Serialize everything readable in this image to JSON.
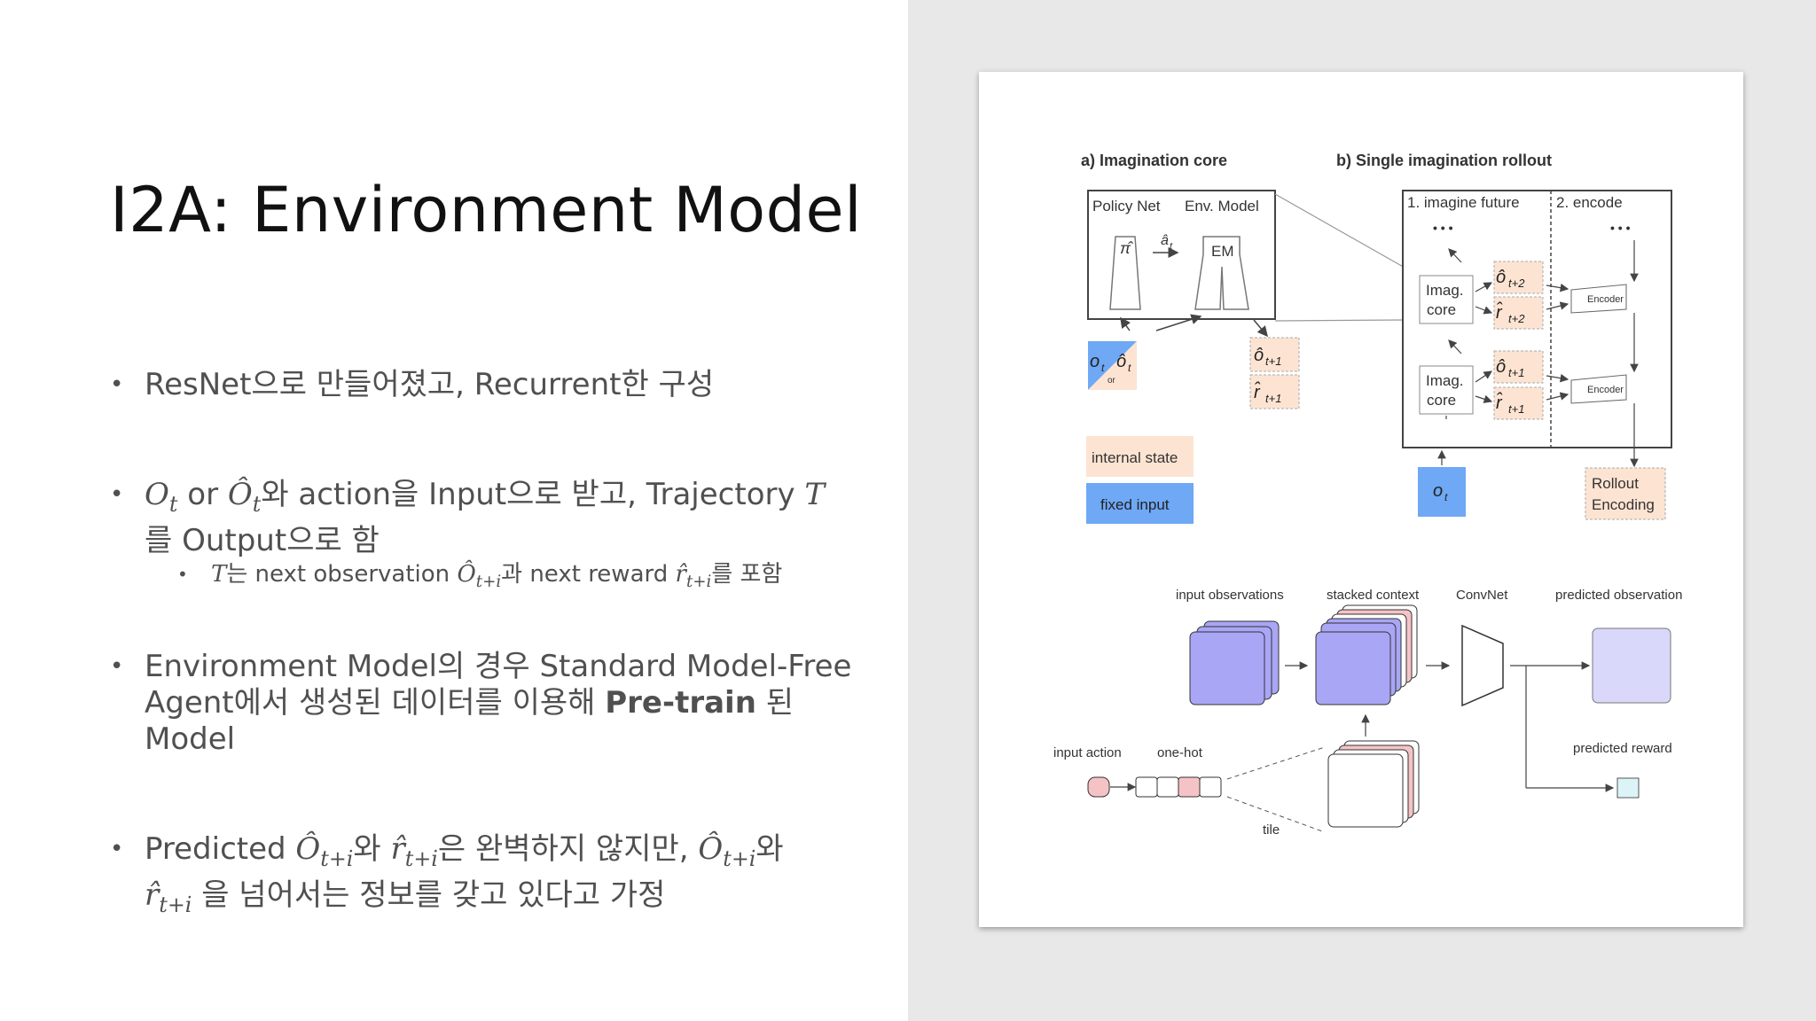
{
  "slide": {
    "title": "I2A: Environment Model"
  },
  "bullets": {
    "b1": "ResNet으로 만들어졌고, Recurrent한 구성",
    "b2_o": "O",
    "b2_t": "t",
    "b2_or": " or ",
    "b2_ohat": "Ô",
    "b2_t2": "t",
    "b2_rest": "와 action을 Input으로 받고, Trajectory ",
    "b2_T": "T",
    "b2_line2": "를 Output으로 함",
    "sub_T": "T",
    "sub_text1": "는 next observation ",
    "sub_o": "Ô",
    "sub_ti": "t+i",
    "sub_text2": "과 next reward ",
    "sub_r": "r̂",
    "sub_ti2": "t+i",
    "sub_text3": "를 포함",
    "b3_line1": "Environment Model의 경우 Standard Model-Free",
    "b3_line2a": "Agent에서 생성된 데이터를 이용해 ",
    "b3_bold": "Pre-train",
    "b3_line2b": " 된",
    "b3_line3": "Model",
    "b4_text1": "Predicted ",
    "b4_o": "Ô",
    "b4_ti": "t+i",
    "b4_text2": "와 ",
    "b4_r": "r̂",
    "b4_ti2": "t+i",
    "b4_text3": "은 완벽하지 않지만, ",
    "b4_o2": "Ô",
    "b4_ti3": "t+i",
    "b4_text4": "와",
    "b4_r2": "r̂",
    "b4_ti4": "t+i",
    "b4_text5": " 을 넘어서는 정보를 갖고 있다고 가정"
  },
  "figure": {
    "a_title": "a) Imagination core",
    "b_title": "b) Single imagination rollout",
    "policy_net": "Policy Net",
    "env_model": "Env. Model",
    "pi_hat": "π̂",
    "a_hat": "â",
    "a_hat_sub": "t",
    "em": "EM",
    "o_t": "o",
    "o_t_sub": "t",
    "or_label": "or",
    "ohat_t": "ô",
    "ohat_t_sub": "t",
    "ohat_t1": "ô",
    "t1": "t+1",
    "rhat_t1": "r̂",
    "internal_state": "internal state",
    "fixed_input": "fixed input",
    "imagine_future": "1. imagine future",
    "encode": "2. encode",
    "dots": "• • •",
    "imag": "Imag.",
    "core": "core",
    "t2": "t+2",
    "encoder": "Encoder",
    "rollout": "Rollout",
    "encoding": "Encoding",
    "input_observations": "input observations",
    "stacked_context": "stacked context",
    "convnet": "ConvNet",
    "predicted_observation": "predicted observation",
    "input_action": "input action",
    "one_hot": "one-hot",
    "tile": "tile",
    "predicted_reward": "predicted reward"
  },
  "colors": {
    "internal_state": "#fde4d2",
    "fixed_input": "#6fa8f5",
    "obs_purple": "#a9a6f5",
    "pred_obs": "#d9d8fb",
    "pink": "#f5c3c6",
    "reward_box": "#dcf3f7"
  }
}
